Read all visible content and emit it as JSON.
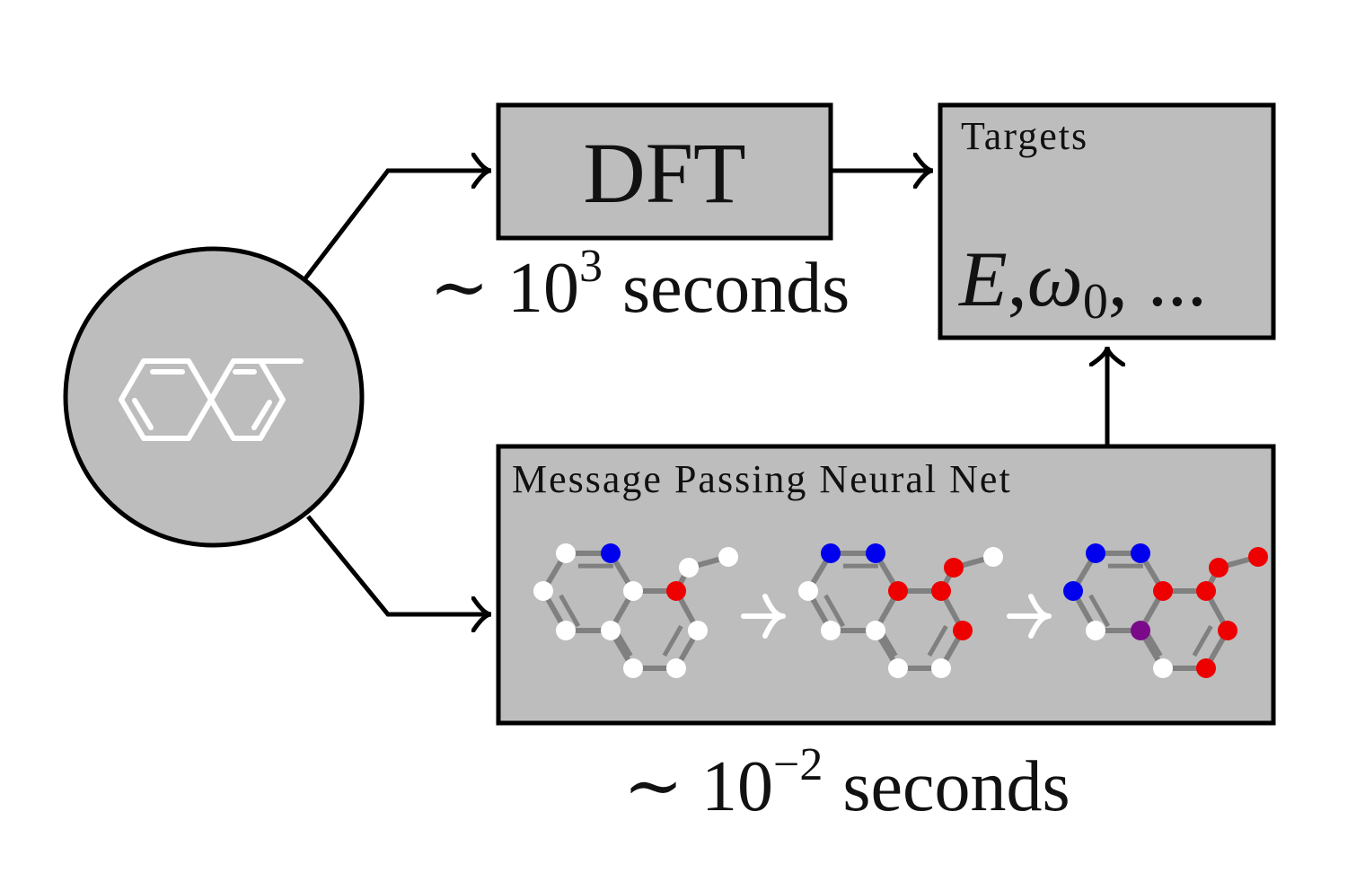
{
  "dft_box": {
    "label": "DFT"
  },
  "targets_box": {
    "title": "Targets",
    "symbol_e": "E",
    "comma1": ",",
    "symbol_omega": "ω",
    "omega_sub": "0",
    "rest": ", ..."
  },
  "mpnn_box": {
    "title": "Message Passing Neural Net"
  },
  "dft_time": {
    "prefix": "∼ 10",
    "exponent": "3",
    "suffix": "seconds"
  },
  "mpnn_time": {
    "prefix": "∼ 10",
    "exponent": "−2",
    "suffix": "seconds"
  },
  "colors": {
    "box_fill": "#bdbdbd",
    "node_white": "#ffffff",
    "node_blue": "#0000ee",
    "node_red": "#ee0000",
    "node_purple": "#7a0a8a",
    "bond": "#808080"
  }
}
